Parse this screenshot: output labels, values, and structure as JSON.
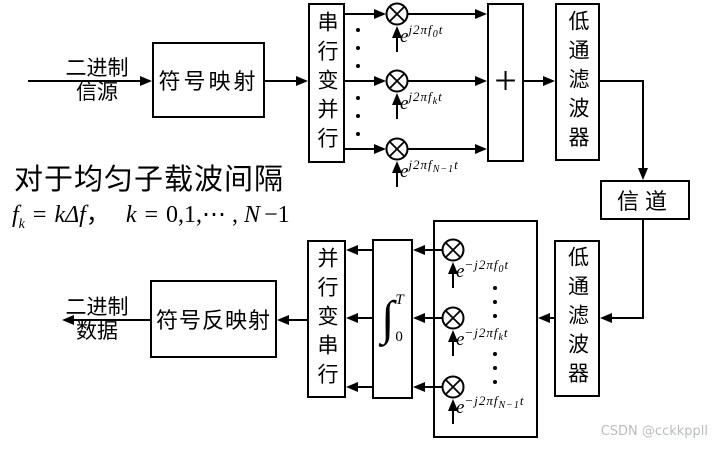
{
  "page": {
    "watermark": "CSDN @cckkppll"
  },
  "colors": {
    "line": "#000000",
    "background": "#ffffff",
    "watermark": "#b9bcbe"
  },
  "icons": {
    "multiplier": "circle-times",
    "adder": "plus",
    "integrator": "integral"
  },
  "source": {
    "line1": "二进制",
    "line2": "信源"
  },
  "sink": {
    "line1": "二进制",
    "line2": "数据"
  },
  "blocks": {
    "symbol_map": "符号映射",
    "serial_to_parallel": "串行变并行",
    "adder": "+",
    "lpf_top": "低通滤波器",
    "channel": "信道",
    "lpf_bottom": "低通滤波器",
    "parallel_to_serial": "并行变串行",
    "symbol_demap": "符号反映射",
    "integrator": {
      "sign": "∫",
      "upper": "T",
      "lower": "0"
    }
  },
  "carriers_top": [
    {
      "base": "e",
      "exp_pre": "j2πf",
      "exp_sub": "0",
      "exp_post": "t"
    },
    {
      "base": "e",
      "exp_pre": "j2πf",
      "exp_sub": "k",
      "exp_post": "t"
    },
    {
      "base": "e",
      "exp_pre": "j2πf",
      "exp_sub": "N−1",
      "exp_post": "t"
    }
  ],
  "carriers_bottom": [
    {
      "base": "e",
      "exp_pre": "−j2πf",
      "exp_sub": "0",
      "exp_post": "t"
    },
    {
      "base": "e",
      "exp_pre": "−j2πf",
      "exp_sub": "k",
      "exp_post": "t"
    },
    {
      "base": "e",
      "exp_pre": "−j2πf",
      "exp_sub": "N−1",
      "exp_post": "t"
    }
  ],
  "annotation": {
    "title": "对于均匀子载波间隔",
    "formula": {
      "f": "f",
      "f_sub": "k",
      "eq": "=",
      "rhs": "kΔf",
      "sep": "，",
      "k": "k",
      "eq2": "=",
      "seq": "0,1,⋯ ,",
      "N": "N",
      "tail": "−1"
    }
  }
}
